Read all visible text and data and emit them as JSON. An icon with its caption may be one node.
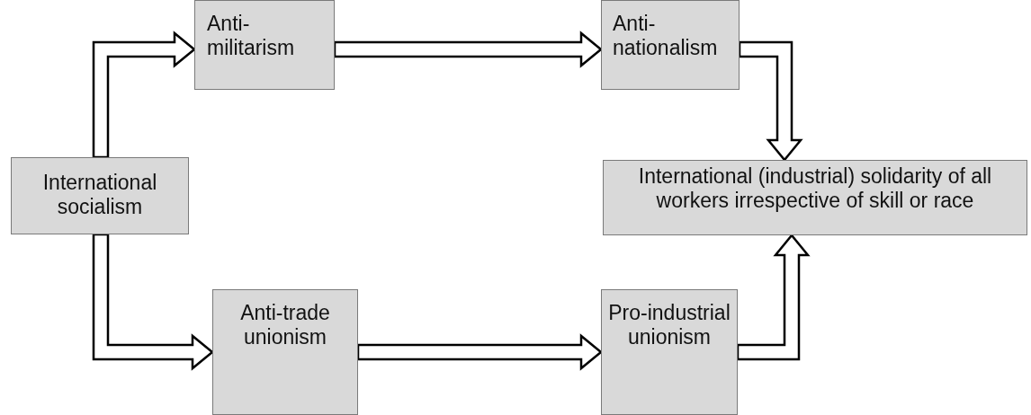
{
  "diagram": {
    "nodes": [
      {
        "text": [
          "Anti-militarism"
        ]
      },
      {
        "text": [
          "Anti-nationalism"
        ]
      },
      {
        "text": [
          "International socialism"
        ]
      },
      {
        "text": [
          "International (industrial) solidarity of all workers irrespective of skill or race"
        ]
      },
      {
        "text": [
          "Anti-trade unionism"
        ]
      },
      {
        "text": [
          "Pro-industrial unionism"
        ]
      }
    ],
    "edges": [
      {
        "from": 2,
        "to": 0,
        "arrow": "to"
      },
      {
        "from": 0,
        "to": 1,
        "arrow": "to"
      },
      {
        "from": 1,
        "to": 3,
        "arrow": "to"
      },
      {
        "from": 2,
        "to": 4,
        "arrow": "to"
      },
      {
        "from": 4,
        "to": 5,
        "arrow": "to"
      },
      {
        "from": 5,
        "to": 3,
        "arrow": "to"
      }
    ]
  }
}
